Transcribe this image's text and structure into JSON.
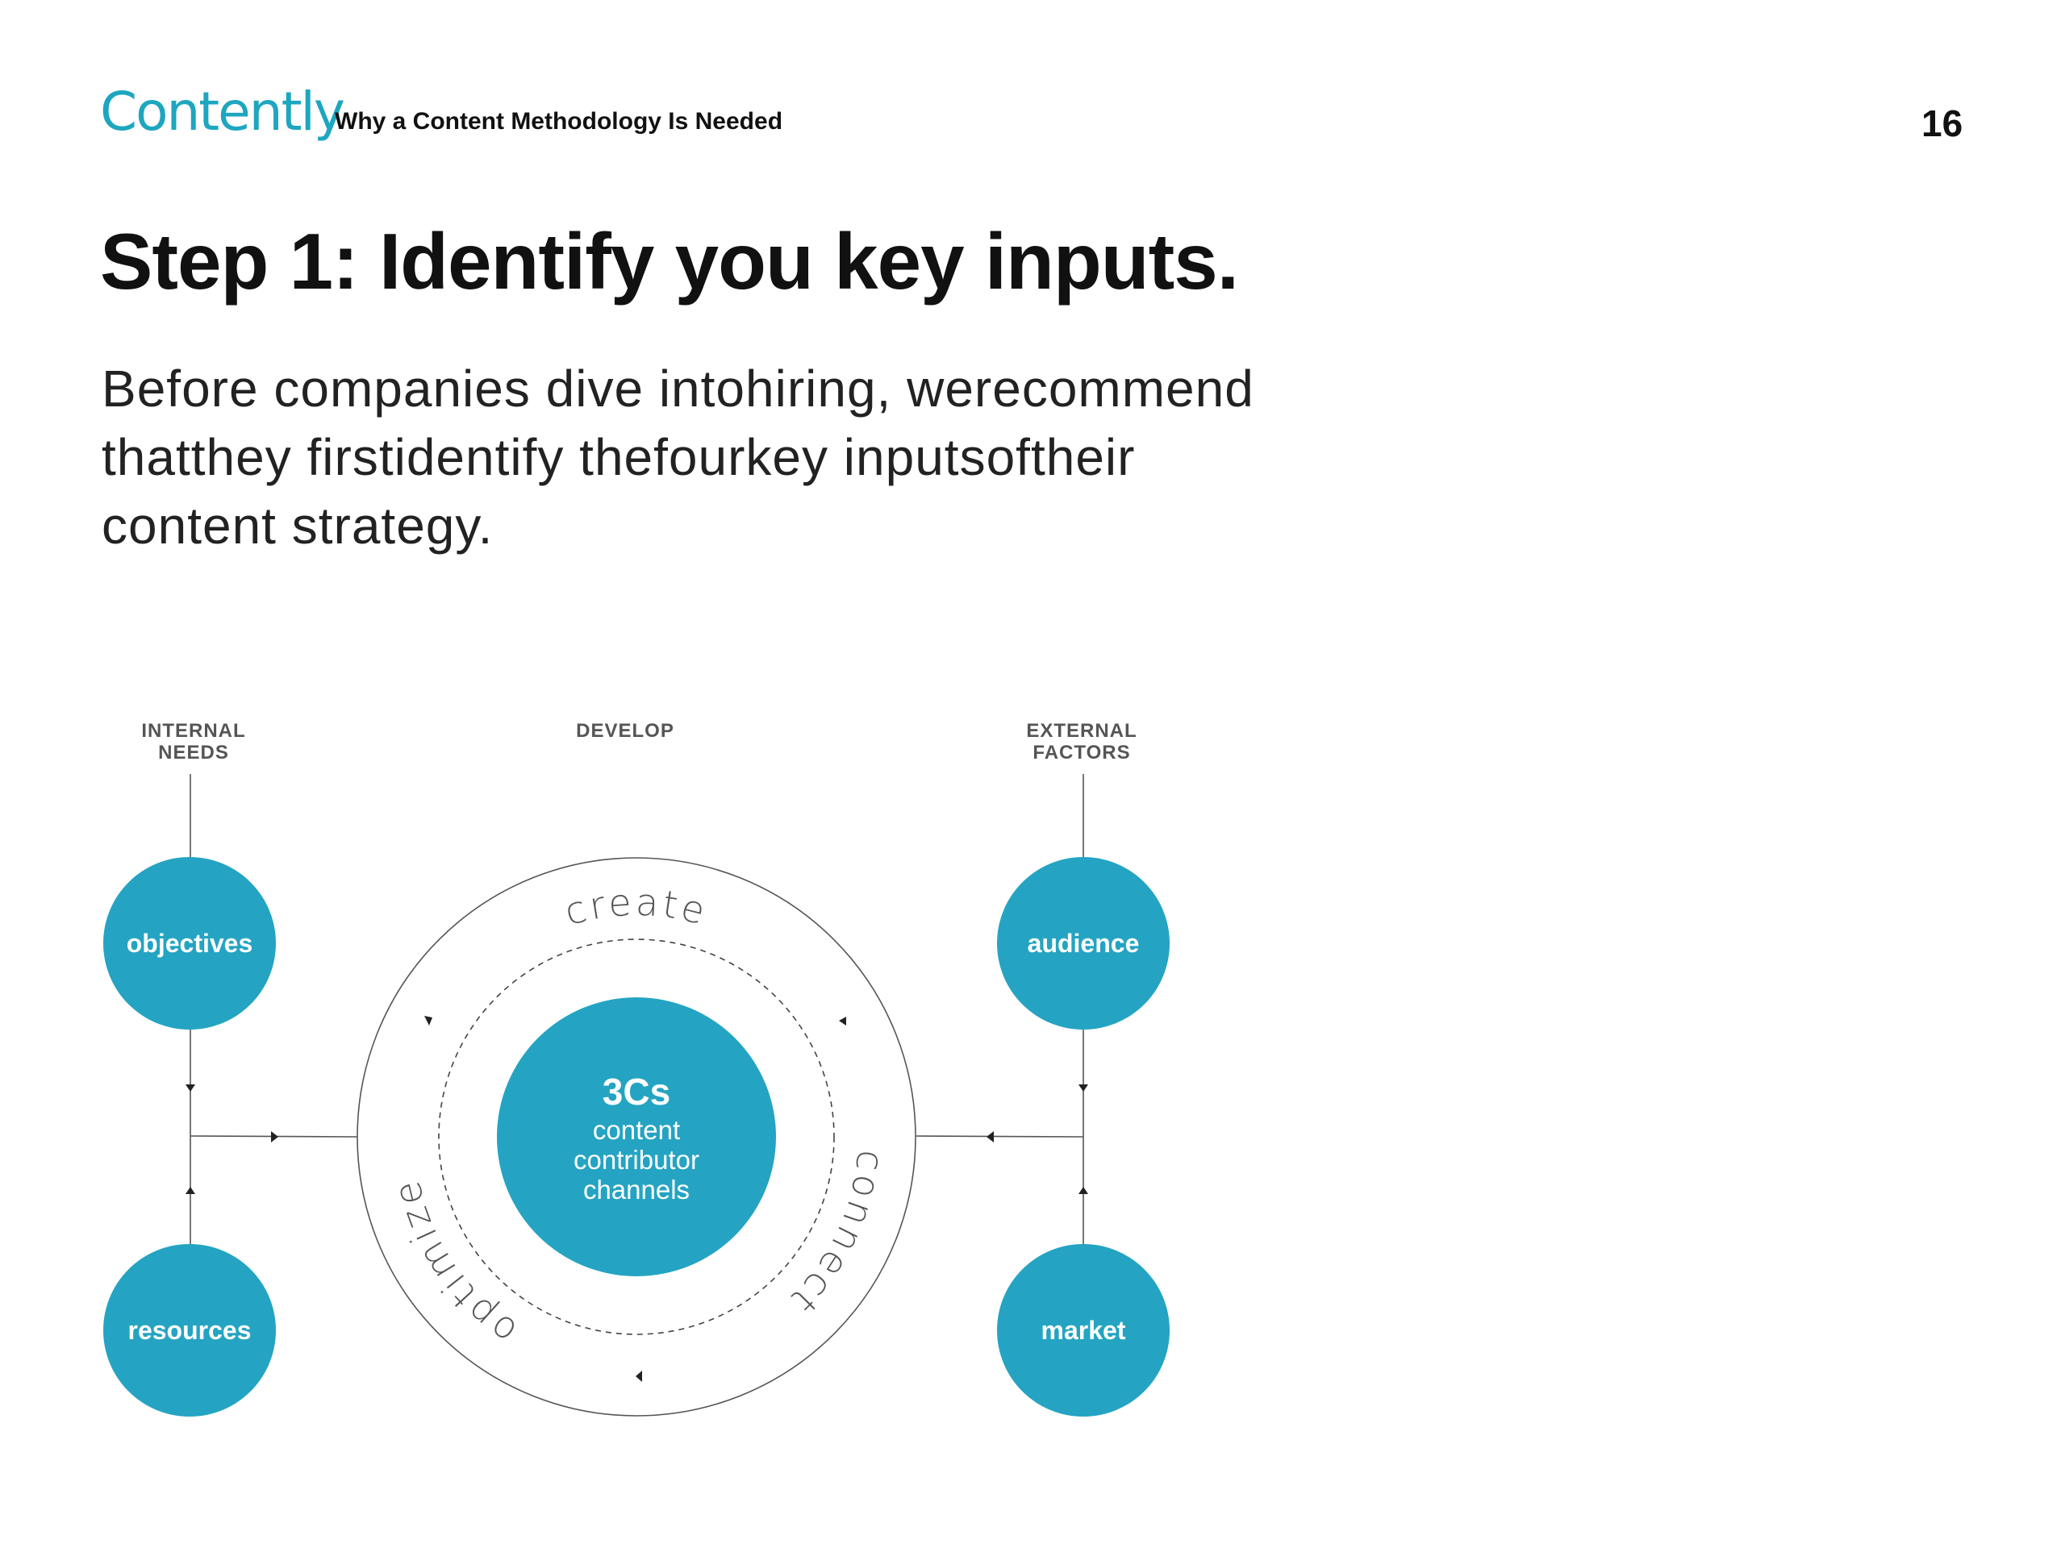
{
  "header": {
    "logo": "Contently",
    "subtitle": "Why a Content Methodology Is Needed",
    "page_number": "16"
  },
  "title": "Step 1: Identify you key inputs.",
  "paragraph_lines": [
    "Before companies dive intohiring, werecommend",
    "thatthey firstidentify thefourkey inputsoftheir",
    "content strategy."
  ],
  "diagram": {
    "column_labels": {
      "internal": [
        "INTERNAL",
        "NEEDS"
      ],
      "develop": "DEVELOP",
      "external": [
        "EXTERNAL",
        "FACTORS"
      ]
    },
    "nodes": {
      "objectives": "objectives",
      "resources": "resources",
      "audience": "audience",
      "market": "market"
    },
    "center": {
      "title": "3Cs",
      "lines": [
        "content",
        "contributor",
        "channels"
      ]
    },
    "cycle": {
      "create": "create",
      "connect": "connect",
      "optimize": "optimize"
    },
    "accent_color": "#24a4c2"
  }
}
